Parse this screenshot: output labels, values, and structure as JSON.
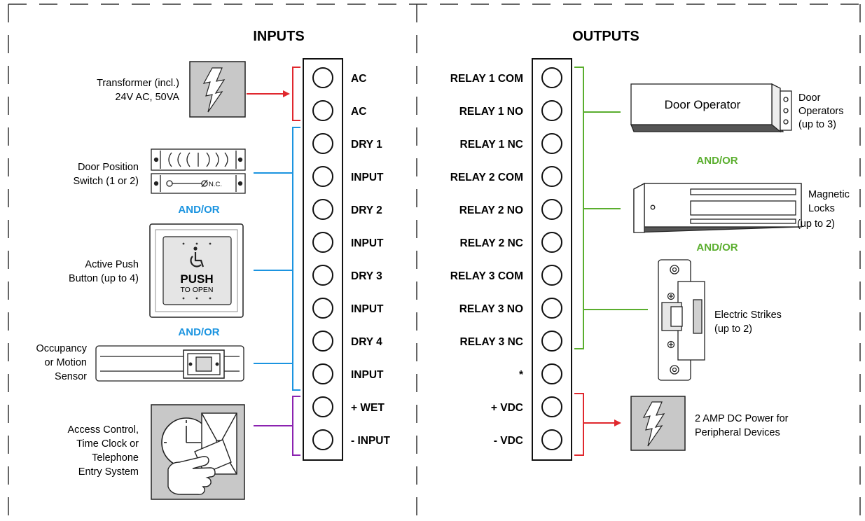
{
  "inputs": {
    "title": "INPUTS",
    "terminals": [
      "AC",
      "AC",
      "DRY 1",
      "INPUT",
      "DRY 2",
      "INPUT",
      "DRY 3",
      "INPUT",
      "DRY 4",
      "INPUT",
      "+ WET",
      "- INPUT"
    ],
    "transformer": {
      "line1": "Transformer (incl.)",
      "line2": "24V AC, 50VA"
    },
    "door_position": {
      "line1": "Door Position",
      "line2": "Switch (1 or 2)",
      "nc_label": "N.C."
    },
    "and_or_1": "AND/OR",
    "push_button": {
      "line1": "Active Push",
      "line2": "Button (up to 4)",
      "face_text": "PUSH",
      "face_subtext": "TO OPEN"
    },
    "and_or_2": "AND/OR",
    "sensor": {
      "line1": "Occupancy",
      "line2": "or Motion",
      "line3": "Sensor"
    },
    "access_control": {
      "line1": "Access Control,",
      "line2": "Time Clock or",
      "line3": "Telephone",
      "line4": "Entry System"
    }
  },
  "outputs": {
    "title": "OUTPUTS",
    "terminals": [
      "RELAY 1 COM",
      "RELAY 1 NO",
      "RELAY 1 NC",
      "RELAY 2 COM",
      "RELAY 2 NO",
      "RELAY 2 NC",
      "RELAY 3 COM",
      "RELAY 3 NO",
      "RELAY 3 NC",
      "*",
      "+ VDC",
      "- VDC"
    ],
    "door_operator": {
      "box_text": "Door Operator",
      "line1": "Door",
      "line2": "Operators",
      "line3": "(up to 3)"
    },
    "and_or_1": "AND/OR",
    "mag_locks": {
      "line1": "Magnetic",
      "line2": "Locks",
      "line3": "(up to 2)"
    },
    "and_or_2": "AND/OR",
    "strikes": {
      "line1": "Electric Strikes",
      "line2": "(up to 2)"
    },
    "dc_power": {
      "line1": "2 AMP DC Power for",
      "line2": "Peripheral Devices"
    }
  },
  "colors": {
    "ac": "#e0282e",
    "dry": "#1b94e0",
    "wet": "#8b23b0",
    "relay": "#5aae2e",
    "andor_inputs": "#1b94e0",
    "andor_outputs": "#5aae2e",
    "device_gray": "#c8c8c8"
  }
}
